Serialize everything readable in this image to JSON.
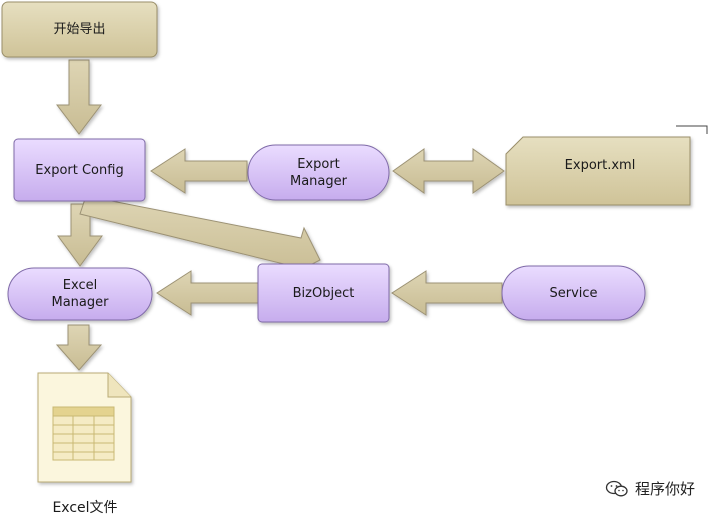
{
  "nodes": {
    "start": "开始导出",
    "export_config": "Export Config",
    "export_manager": "Export\nManager",
    "export_xml": "Export.xml",
    "excel_manager": "Excel\nManager",
    "bizobject": "BizObject",
    "service": "Service",
    "excel_file": "Excel文件"
  },
  "watermark": {
    "text": "程序你好"
  },
  "colors": {
    "tan_fill": "#d9cfaa",
    "tan_stroke": "#9a8f6a",
    "purple_fill": "#d6c1f2",
    "purple_stroke": "#7f6aa8",
    "arrow_fill": "#d2c7a3",
    "arrow_stroke": "#9c9274",
    "doc_fill": "#fbf6dd",
    "doc_stroke": "#b9ab75"
  }
}
